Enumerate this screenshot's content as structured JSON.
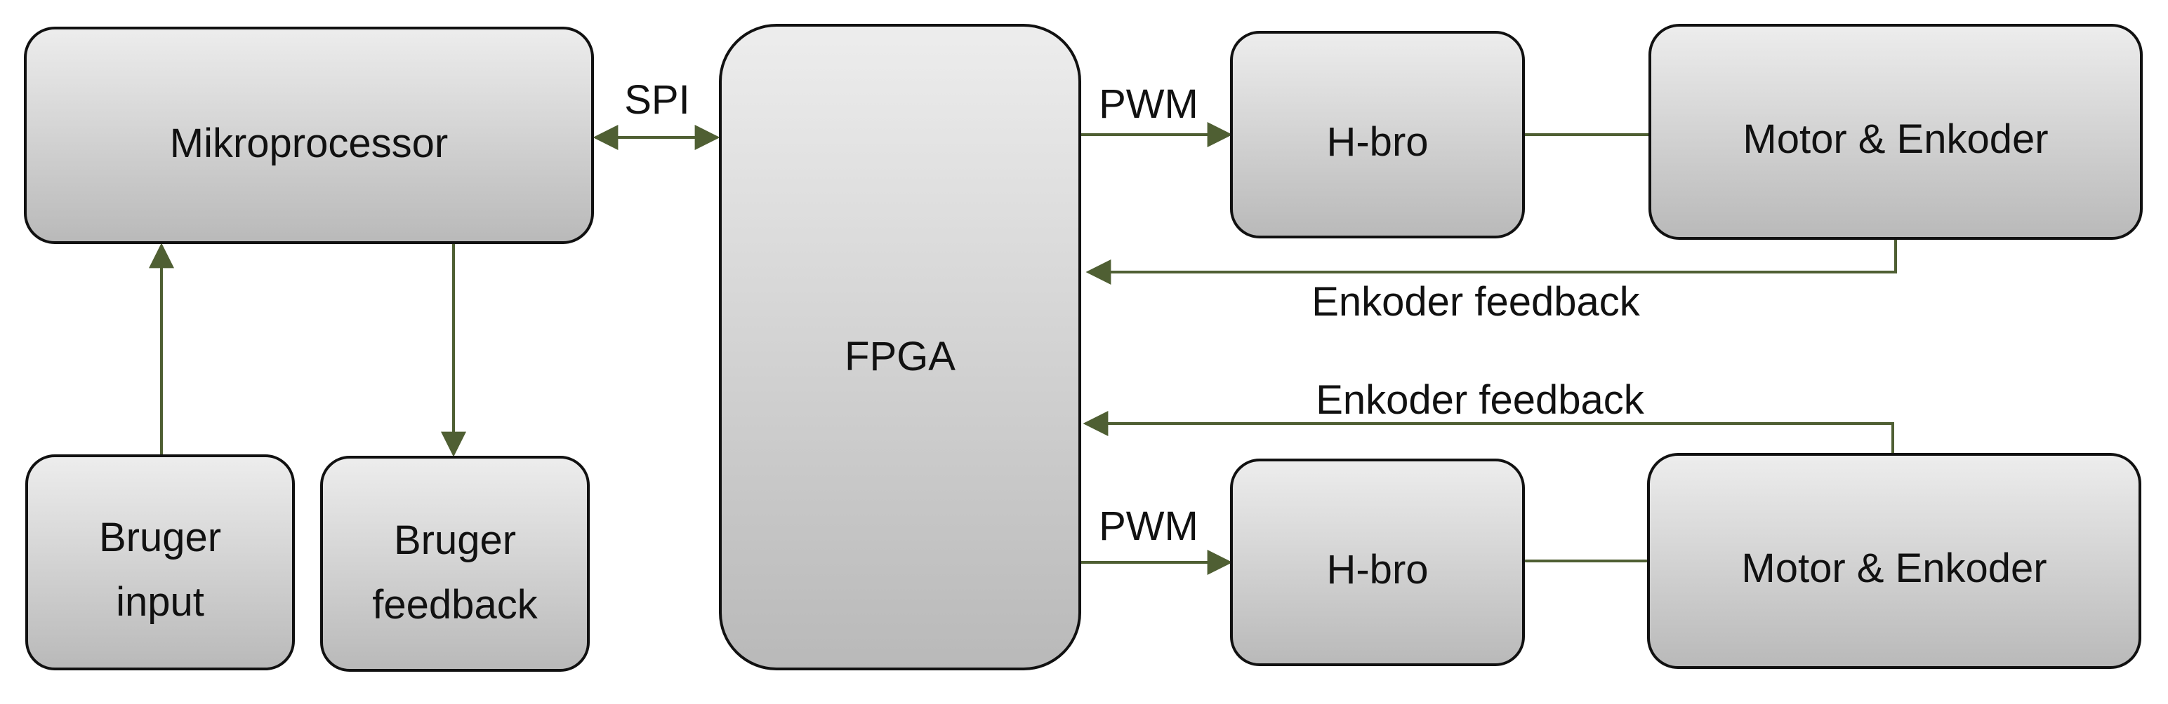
{
  "blocks": {
    "mikroprocessor": "Mikroprocessor",
    "fpga": "FPGA",
    "bruger_input": [
      "Bruger",
      "input"
    ],
    "bruger_feedback": [
      "Bruger",
      "feedback"
    ],
    "hbro_top": "H-bro",
    "hbro_bottom": "H-bro",
    "motor_top": "Motor & Enkoder",
    "motor_bottom": "Motor & Enkoder"
  },
  "connections": {
    "spi": "SPI",
    "pwm_top": "PWM",
    "pwm_bottom": "PWM",
    "enkoder_feedback_top": "Enkoder feedback",
    "enkoder_feedback_bottom": "Enkoder feedback"
  },
  "colors": {
    "wire": "#4f5f33",
    "box_gradient_top": "#ededed",
    "box_gradient_bottom": "#b9b9b9",
    "box_stroke": "#111111"
  }
}
